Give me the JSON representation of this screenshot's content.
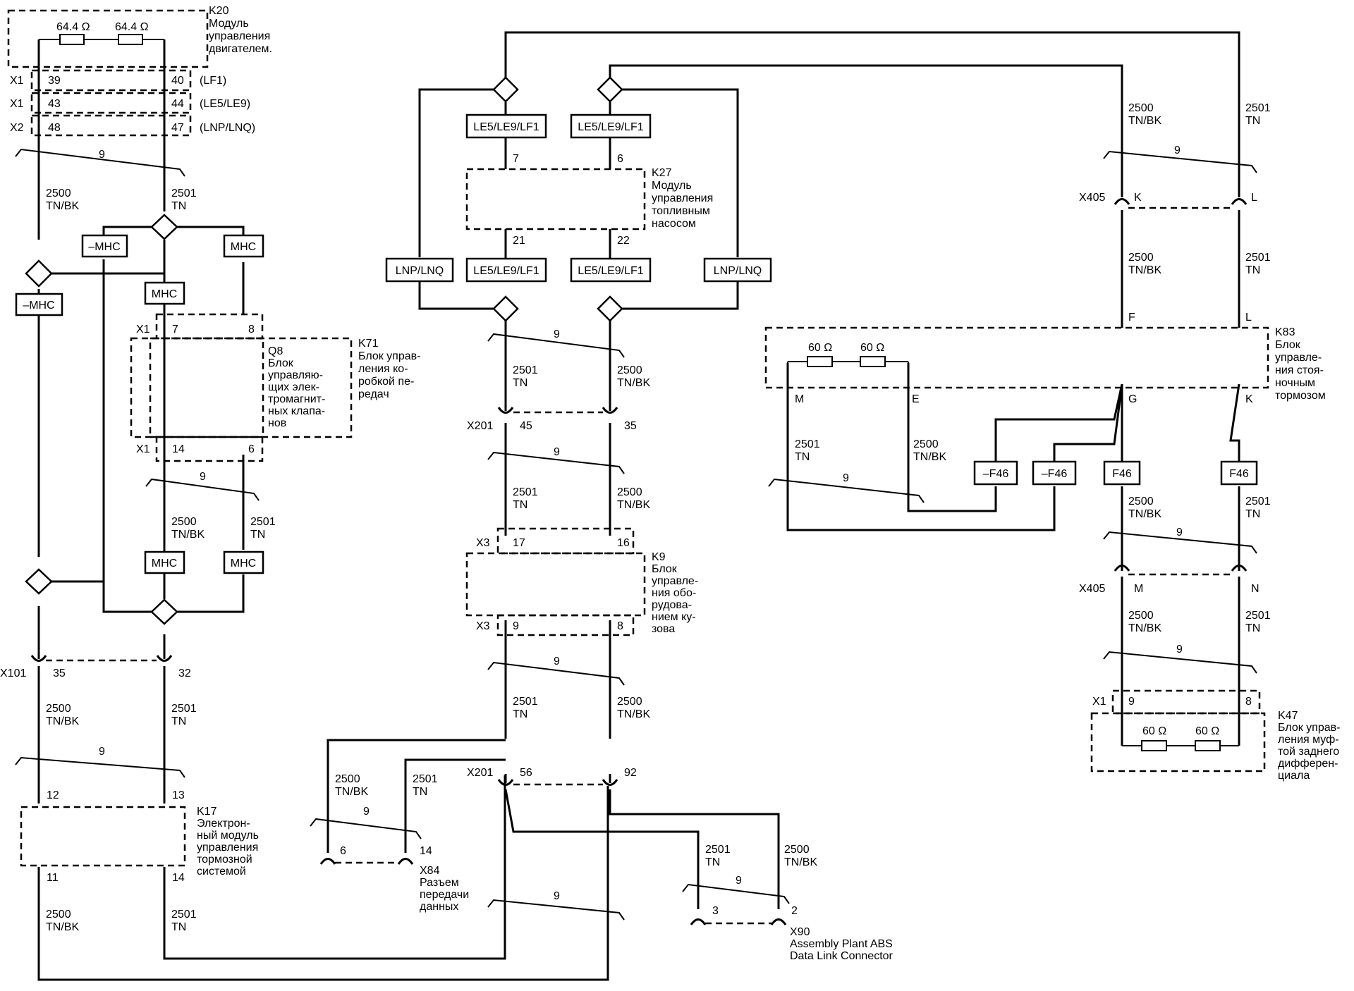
{
  "modules": {
    "k20": {
      "ref": "K20",
      "lines": [
        "Модуль",
        "управления",
        "двигателем."
      ]
    },
    "k27": {
      "ref": "K27",
      "lines": [
        "Модуль",
        "управления",
        "топливным",
        "насосом"
      ]
    },
    "k71": {
      "ref": "K71",
      "lines": [
        "Блок управ-",
        "ления ко-",
        "робкой пе-",
        "редач"
      ]
    },
    "q8": {
      "ref": "Q8",
      "lines": [
        "Блок",
        "управляю-",
        "щих элек-",
        "тромагнит-",
        "ных клапа-",
        "нов"
      ]
    },
    "k83": {
      "ref": "K83",
      "lines": [
        "Блок",
        "управле-",
        "ния стоя-",
        "ночным",
        "тормозом"
      ]
    },
    "k9": {
      "ref": "K9",
      "lines": [
        "Блок",
        "управле-",
        "ния обо-",
        "рудова-",
        "нием ку-",
        "зова"
      ]
    },
    "k47": {
      "ref": "K47",
      "lines": [
        "Блок управ-",
        "ления муф-",
        "той заднего",
        "дифферен-",
        "циала"
      ]
    },
    "k17": {
      "ref": "K17",
      "lines": [
        "Электрон-",
        "ный модуль",
        "управления",
        "тормозной",
        "системой"
      ]
    },
    "x84": {
      "ref": "X84",
      "lines": [
        "Разъем",
        "передачи",
        "данных"
      ]
    },
    "x90": {
      "ref": "X90",
      "lines": [
        "Assembly Plant ABS",
        "Data Link Connector"
      ]
    }
  },
  "resistors": {
    "k20": "64.4 Ω",
    "k83": "60 Ω",
    "k47": "60 Ω"
  },
  "connectors": {
    "x1": "X1",
    "x2": "X2",
    "x3": "X3",
    "x101": "X101",
    "x201": "X201",
    "x405": "X405"
  },
  "options": {
    "lf1": "(LF1)",
    "le5le9": "(LE5/LE9)",
    "lnplnq": "(LNP/LNQ)",
    "le5le9lf1": "LE5/LE9/LF1",
    "lnplnq_box": "LNP/LNQ",
    "mhc": "MHC",
    "not_mhc": "–MHC",
    "f46": "F46",
    "not_f46": "–F46"
  },
  "wires": {
    "c2500": "2500",
    "c2501": "2501",
    "tnbk": "TN/BK",
    "tn": "TN",
    "twist": "9"
  },
  "pins": {
    "k20": [
      "39",
      "40",
      "43",
      "44",
      "48",
      "47"
    ],
    "k27": [
      "7",
      "6",
      "21",
      "22"
    ],
    "k71": [
      "7",
      "8",
      "14",
      "6"
    ],
    "x101": [
      "35",
      "32"
    ],
    "k17": [
      "12",
      "13",
      "11",
      "14"
    ],
    "x201a": [
      "45",
      "35"
    ],
    "k9": [
      "17",
      "16",
      "9",
      "8"
    ],
    "x201b": [
      "56",
      "92"
    ],
    "x84": [
      "6",
      "14"
    ],
    "x90": [
      "3",
      "2"
    ],
    "x405a": [
      "K",
      "L"
    ],
    "k83": [
      "F",
      "L",
      "M",
      "E",
      "G",
      "K"
    ],
    "x405b": [
      "M",
      "N"
    ],
    "k47": [
      "9",
      "8"
    ]
  }
}
